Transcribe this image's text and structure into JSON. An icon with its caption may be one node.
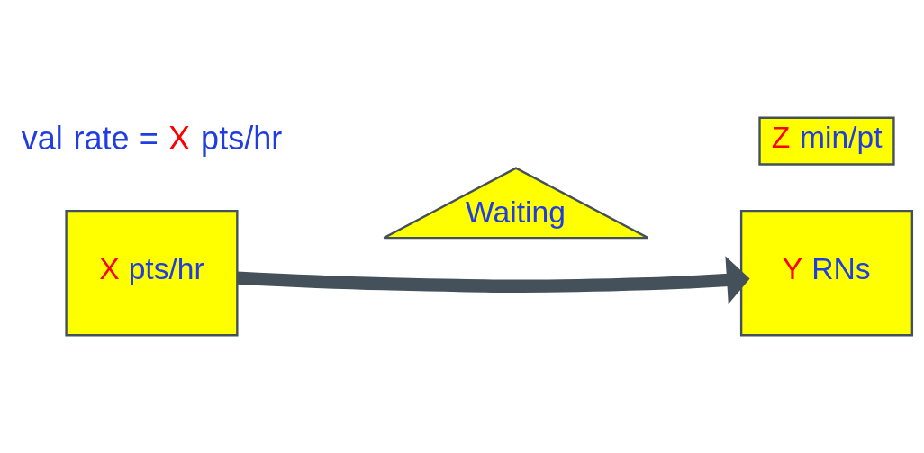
{
  "diagram": {
    "nodes": [
      {
        "text": [
          "X pts/hr"
        ]
      },
      {
        "text": [
          "Waiting"
        ]
      },
      {
        "text": [
          "Y RNs"
        ]
      },
      {
        "text": [
          "Z min/pt"
        ]
      }
    ],
    "edges": [
      {
        "from": 0,
        "to": 2,
        "arrow": "to"
      }
    ],
    "labels": [
      "val rate = X pts/hr"
    ]
  }
}
